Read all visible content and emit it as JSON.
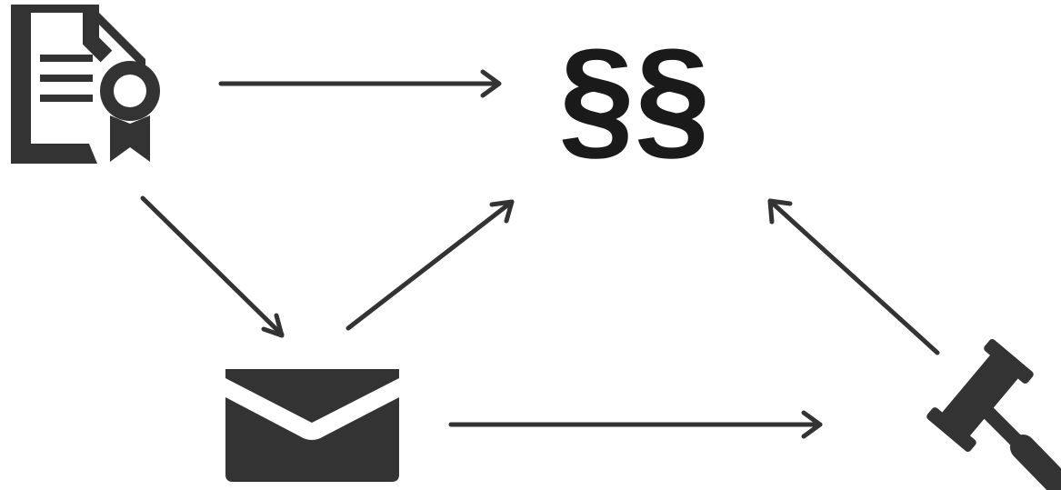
{
  "diagram": {
    "nodes": [
      {
        "id": "certificate",
        "icon": "certificate-document-icon"
      },
      {
        "id": "law",
        "icon": "section-sign-icon",
        "glyph": "§§"
      },
      {
        "id": "mail",
        "icon": "envelope-icon"
      },
      {
        "id": "court",
        "icon": "gavel-icon"
      }
    ],
    "edges": [
      {
        "from": "certificate",
        "to": "law"
      },
      {
        "from": "certificate",
        "to": "mail"
      },
      {
        "from": "mail",
        "to": "law"
      },
      {
        "from": "mail",
        "to": "court"
      },
      {
        "from": "court",
        "to": "law"
      }
    ],
    "colors": {
      "ink": "#333333",
      "background": "#ffffff"
    }
  }
}
